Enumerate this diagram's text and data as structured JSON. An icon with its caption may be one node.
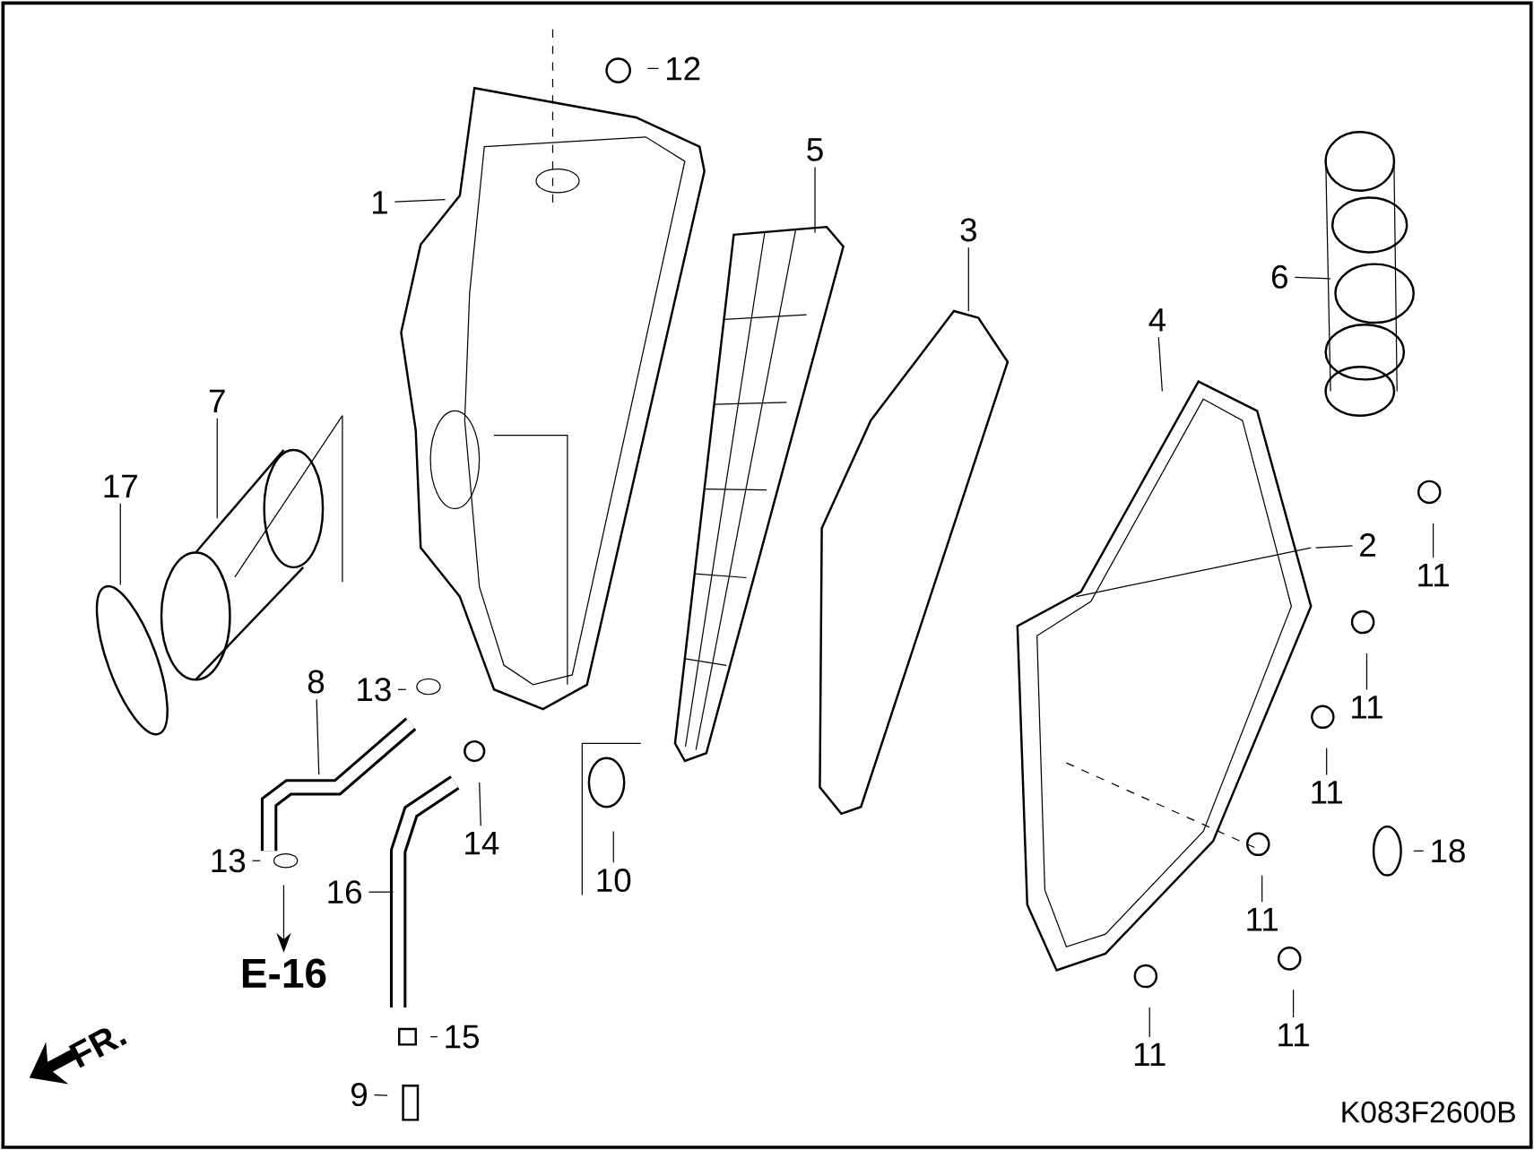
{
  "diagram": {
    "nodes": [
      {
        "text": [
          "1"
        ]
      },
      {
        "text": [
          "12"
        ]
      },
      {
        "text": [
          "5"
        ]
      },
      {
        "text": [
          "3"
        ]
      },
      {
        "text": [
          "6"
        ]
      },
      {
        "text": [
          "4"
        ]
      },
      {
        "text": [
          "7"
        ]
      },
      {
        "text": [
          "17"
        ]
      },
      {
        "text": [
          "2"
        ]
      },
      {
        "text": [
          "11"
        ]
      },
      {
        "text": [
          "11"
        ]
      },
      {
        "text": [
          "8"
        ]
      },
      {
        "text": [
          "13"
        ]
      },
      {
        "text": [
          "11"
        ]
      },
      {
        "text": [
          "14"
        ]
      },
      {
        "text": [
          "18"
        ]
      },
      {
        "text": [
          "10"
        ]
      },
      {
        "text": [
          "13"
        ]
      },
      {
        "text": [
          "16"
        ]
      },
      {
        "text": [
          "11"
        ]
      },
      {
        "text": [
          "E-16"
        ]
      },
      {
        "text": [
          "11"
        ]
      },
      {
        "text": [
          "15"
        ]
      },
      {
        "text": [
          "11"
        ]
      },
      {
        "text": [
          "9"
        ]
      }
    ],
    "edges": [
      {
        "from": 0,
        "to": null,
        "arrow": "none"
      },
      {
        "from": 1,
        "to": null,
        "arrow": "none"
      },
      {
        "from": 2,
        "to": null,
        "arrow": "none"
      },
      {
        "from": 3,
        "to": null,
        "arrow": "none"
      },
      {
        "from": 4,
        "to": null,
        "arrow": "none"
      },
      {
        "from": 5,
        "to": null,
        "arrow": "none"
      },
      {
        "from": 6,
        "to": null,
        "arrow": "none"
      },
      {
        "from": 7,
        "to": null,
        "arrow": "none"
      },
      {
        "from": 8,
        "to": null,
        "arrow": "none"
      },
      {
        "from": 9,
        "to": null,
        "arrow": "none"
      },
      {
        "from": 10,
        "to": null,
        "arrow": "none"
      },
      {
        "from": 11,
        "to": null,
        "arrow": "none"
      },
      {
        "from": 12,
        "to": null,
        "arrow": "none"
      },
      {
        "from": 13,
        "to": null,
        "arrow": "none"
      },
      {
        "from": 14,
        "to": null,
        "arrow": "none"
      },
      {
        "from": 15,
        "to": null,
        "arrow": "none"
      },
      {
        "from": 16,
        "to": null,
        "arrow": "none"
      },
      {
        "from": 17,
        "to": null,
        "arrow": "none"
      },
      {
        "from": 18,
        "to": null,
        "arrow": "none"
      },
      {
        "from": 19,
        "to": null,
        "arrow": "none"
      },
      {
        "from": null,
        "to": 20,
        "arrow": "to"
      },
      {
        "from": 21,
        "to": null,
        "arrow": "none"
      },
      {
        "from": 22,
        "to": null,
        "arrow": "none"
      },
      {
        "from": 23,
        "to": null,
        "arrow": "none"
      },
      {
        "from": 24,
        "to": null,
        "arrow": "none"
      }
    ],
    "labels": [
      "FR.",
      "K083F2600B"
    ]
  }
}
